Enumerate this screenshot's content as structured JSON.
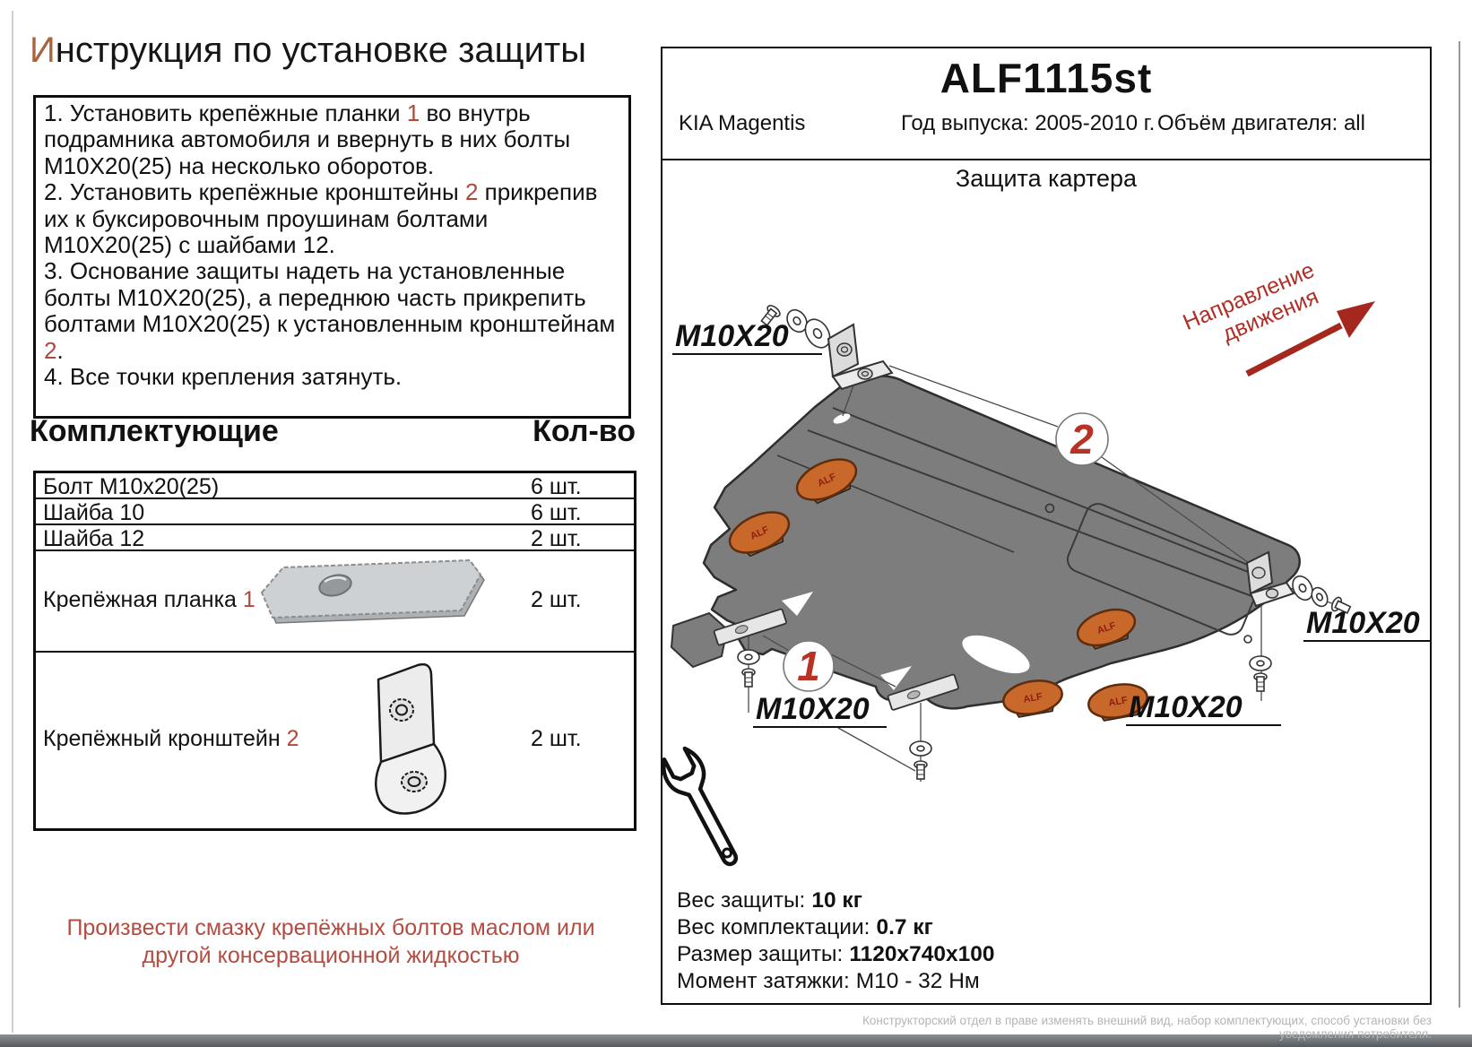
{
  "page": {
    "title_first_letter": "И",
    "title_rest": "нструкция по установке защиты",
    "note": "Произвести смазку крепёжных болтов маслом или другой консервационной жидкостью",
    "footer_disclaimer": "Конструкторский отдел в праве изменять внешний вид, набор комплектующих, способ установки без уведомления потребителя."
  },
  "instructions": {
    "steps": [
      {
        "parts": [
          {
            "t": "1.  Установить крепёжные планки "
          },
          {
            "t": "1",
            "red": true
          },
          {
            "t": " во внутрь подрамника автомобиля и ввернуть в них болты М10Х20(25) на несколько оборотов."
          }
        ]
      },
      {
        "parts": [
          {
            "t": "2.  Установить крепёжные кронштейны "
          },
          {
            "t": "2",
            "red": true
          },
          {
            "t": " прикрепив их к буксировочным проушинам болтами М10Х20(25) с шайбами 12."
          }
        ]
      },
      {
        "parts": [
          {
            "t": "3.  Основание защиты надеть на установленные болты М10Х20(25), а переднюю часть прикрепить болтами М10Х20(25) к установленным кронштейнам "
          },
          {
            "t": "2",
            "red": true
          },
          {
            "t": "."
          }
        ]
      },
      {
        "parts": [
          {
            "t": "4.  Все точки крепления затянуть."
          }
        ]
      }
    ]
  },
  "parts_table": {
    "heading": "Комплектующие",
    "qty_heading": "Кол-во",
    "simple_rows": [
      {
        "name": "Болт М10х20(25)",
        "qty": "6 шт."
      },
      {
        "name": "Шайба 10",
        "qty": "6 шт."
      },
      {
        "name": "Шайба 12",
        "qty": "2 шт."
      }
    ],
    "plate_row": {
      "name": "Крепёжная планка ",
      "num": "1",
      "qty": "2 шт."
    },
    "bracket_row": {
      "name": "Крепёжный кронштейн ",
      "num": "2",
      "qty": "2 шт."
    }
  },
  "header": {
    "part_number": "ALF1115st",
    "model": "KIA Magentis",
    "year_label": "Год выпуска: 2005-2010 г.",
    "engine_label": "Объём двигателя: all",
    "product_title": "Защита картера"
  },
  "diagram": {
    "bolt_label": "M10X20",
    "direction_line1": "Направление",
    "direction_line2": "движения",
    "callout_1": "1",
    "callout_2": "2",
    "damper_text": "ALF"
  },
  "specs": {
    "rows": [
      {
        "label": "Вес защиты:",
        "value": "10 кг",
        "bold": true
      },
      {
        "label": "Вес комплектации:",
        "value": "0.7 кг",
        "bold": true
      },
      {
        "label": "Размер защиты:",
        "value": "1120x740x100",
        "bold": true
      },
      {
        "label": "Момент затяжки:",
        "value": "М10 - 32 Нм",
        "bold": false
      }
    ]
  },
  "colors": {
    "accent_red": "#b0493b",
    "callout_red": "#b83226",
    "arrow_red": "#a5281e",
    "plate_gray": "#7d7d7d",
    "damper_orange": "#c8682b"
  }
}
